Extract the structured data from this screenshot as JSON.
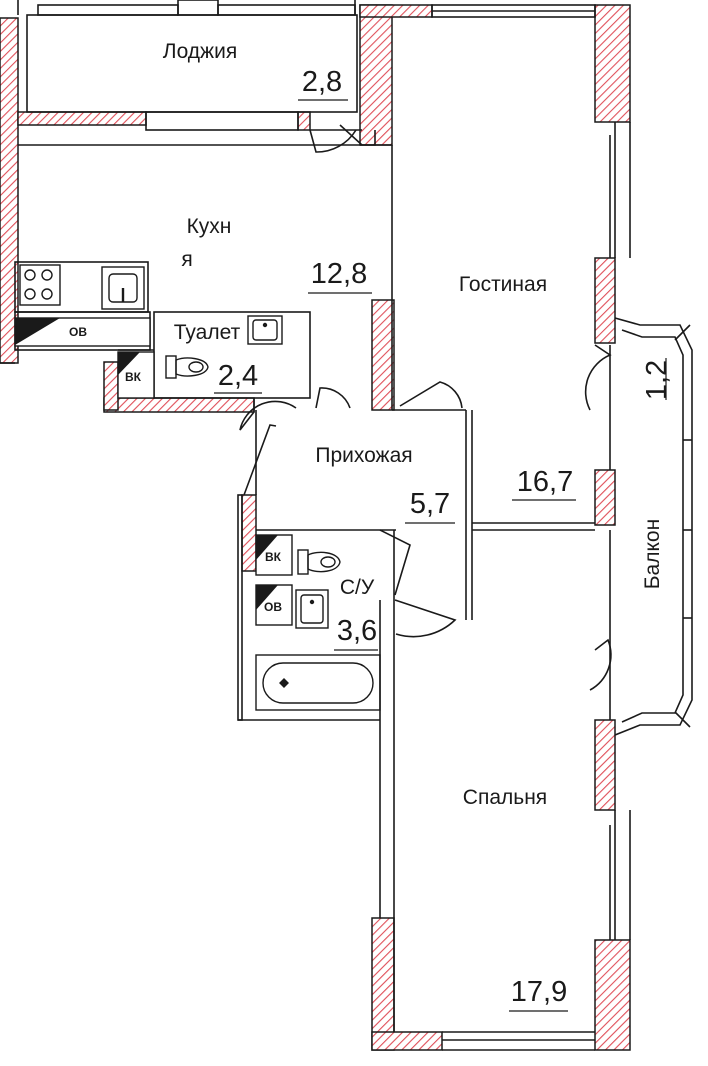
{
  "colors": {
    "wall_fill": "#ffffff",
    "hatch": "#e0505a",
    "line": "#1a1a1a",
    "background": "#ffffff"
  },
  "rooms": {
    "loggia": {
      "name": "Лоджия",
      "area": "2,8"
    },
    "kitchen": {
      "name_line1": "Кухн",
      "name_line2": "я",
      "area": "12,8"
    },
    "toilet": {
      "name": "Туалет",
      "area": "2,4"
    },
    "living": {
      "name": "Гостиная",
      "area": "16,7"
    },
    "hall": {
      "name": "Прихожая",
      "area": "5,7"
    },
    "bathroom": {
      "name": "С/У",
      "area": "3,6"
    },
    "balcony": {
      "name": "Балкон",
      "area": "1,2"
    },
    "bedroom": {
      "name": "Спальня",
      "area": "17,9"
    }
  },
  "fixtures": {
    "oven_kitchen": "ОВ",
    "heater_toilet": "ВК",
    "heater_bath": "ВК",
    "oven_bath": "ОВ"
  },
  "icons": [
    "stove-icon",
    "kitchen-sink-icon",
    "washbasin-icon",
    "toilet-icon",
    "bathtub-icon"
  ]
}
